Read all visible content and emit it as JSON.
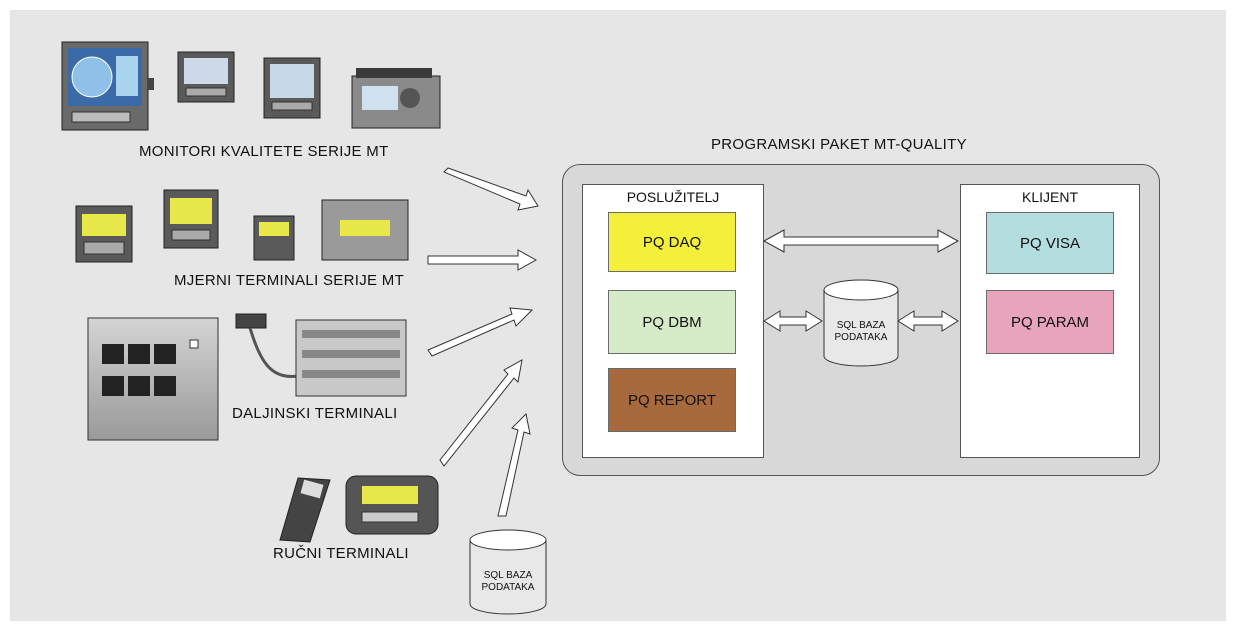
{
  "title": "PROGRAMSKI PAKET MT-QUALITY",
  "device_groups": [
    {
      "label": "MONITORI KVALITETE SERIJE MT"
    },
    {
      "label": "MJERNI TERMINALI SERIJE MT"
    },
    {
      "label": "DALJINSKI TERMINALI"
    },
    {
      "label": "RUČNI TERMINALI"
    }
  ],
  "external_db": {
    "line1": "SQL  BAZA",
    "line2": "PODATAKA"
  },
  "server": {
    "title": "POSLUŽITELJ",
    "modules": [
      {
        "label": "PQ DAQ",
        "color": "#f4ef3a"
      },
      {
        "label": "PQ DBM",
        "color": "#d6ecc8"
      },
      {
        "label": "PQ REPORT",
        "color": "#a86a3c"
      }
    ]
  },
  "internal_db": {
    "line1": "SQL  BAZA",
    "line2": "PODATAKA"
  },
  "client": {
    "title": "KLIJENT",
    "modules": [
      {
        "label": "PQ VISA",
        "color": "#b4dde0"
      },
      {
        "label": "PQ PARAM",
        "color": "#e8a4bd"
      }
    ]
  },
  "colors": {
    "background": "#e6e6e6",
    "package_bg": "#d8d8d8"
  }
}
